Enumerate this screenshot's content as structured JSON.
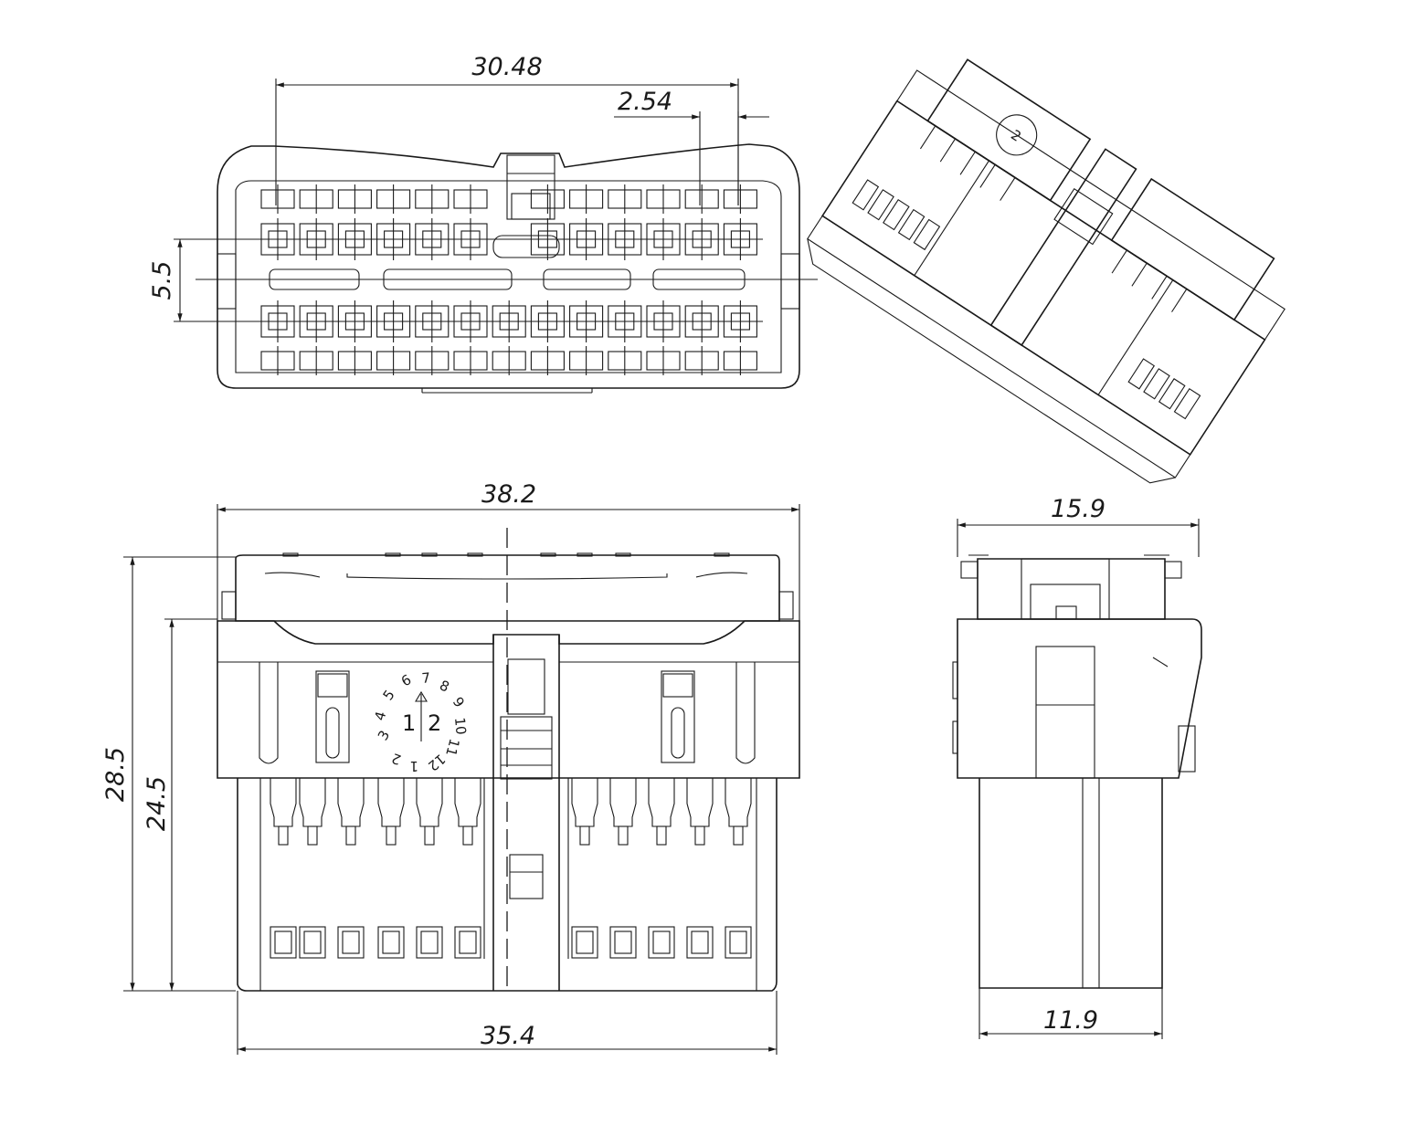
{
  "dimensions": {
    "top_pitch_span": "30.48",
    "pin_pitch": "2.54",
    "row_spacing": "5.5",
    "overall_width": "38.2",
    "height_total": "28.5",
    "height_body": "24.5",
    "base_width": "35.4",
    "side_width": "15.9",
    "side_base_width": "11.9"
  },
  "marking": {
    "left_numbers": [
      "3",
      "4",
      "5",
      "6"
    ],
    "top_numbers": [
      "7",
      "8",
      "9"
    ],
    "right_numbers": [
      "10",
      "11",
      "12"
    ],
    "bottom_numbers": [
      "12",
      "1",
      "2"
    ],
    "center_left": "1",
    "center_right": "2"
  }
}
